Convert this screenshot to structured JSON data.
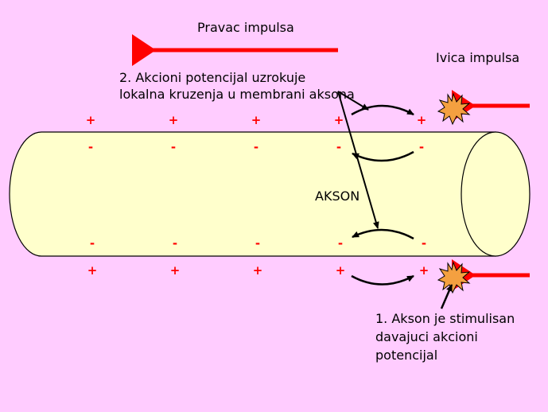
{
  "title": "Pravac impulsa",
  "edge_label": "Ivica impulsa",
  "step2": [
    "2. Akcioni potencijal uzrokuje",
    "lokalna kruzenja u membrani aksona"
  ],
  "axon_label": "AKSON",
  "step1": [
    "1. Akson je stimulisan",
    "davajuci akcioni",
    "potencijal"
  ],
  "signs": {
    "top_outside": [
      "+",
      "+",
      "+",
      "+",
      "+"
    ],
    "top_inside": [
      "-",
      "-",
      "-",
      "-",
      "-"
    ],
    "bottom_inside": [
      "-",
      "-",
      "-",
      "-",
      "-"
    ],
    "bottom_outside": [
      "+",
      "+",
      "+",
      "+",
      "+"
    ]
  },
  "colors": {
    "background": "#FFCCFF",
    "axon": "#FFFFCC",
    "arrow": "#FF0000",
    "spark": "#F4A040"
  }
}
